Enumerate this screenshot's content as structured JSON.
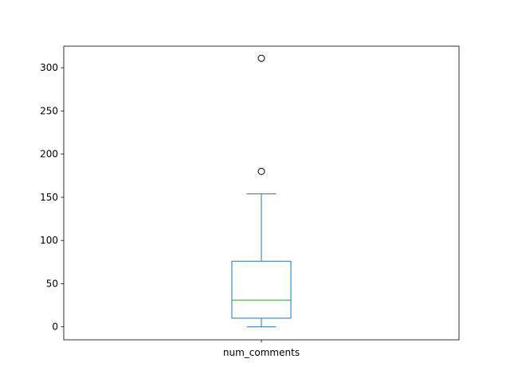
{
  "chart_data": {
    "type": "box",
    "title": "",
    "xlabel": "",
    "ylabel": "",
    "categories": [
      "num_comments"
    ],
    "ylim": [
      -15,
      325
    ],
    "yticks": [
      0,
      50,
      100,
      150,
      200,
      250,
      300
    ],
    "grid": false,
    "boxes": [
      {
        "label": "num_comments",
        "whisker_low": 0,
        "q1": 10,
        "median": 31,
        "q3": 76,
        "whisker_high": 154,
        "outliers": [
          180,
          311
        ]
      }
    ],
    "colors": {
      "box": "#1f77b4",
      "whisker": "#1f77b4",
      "cap": "#1f77b4",
      "median": "#2ca02c",
      "outlier_edge": "#000000"
    }
  }
}
